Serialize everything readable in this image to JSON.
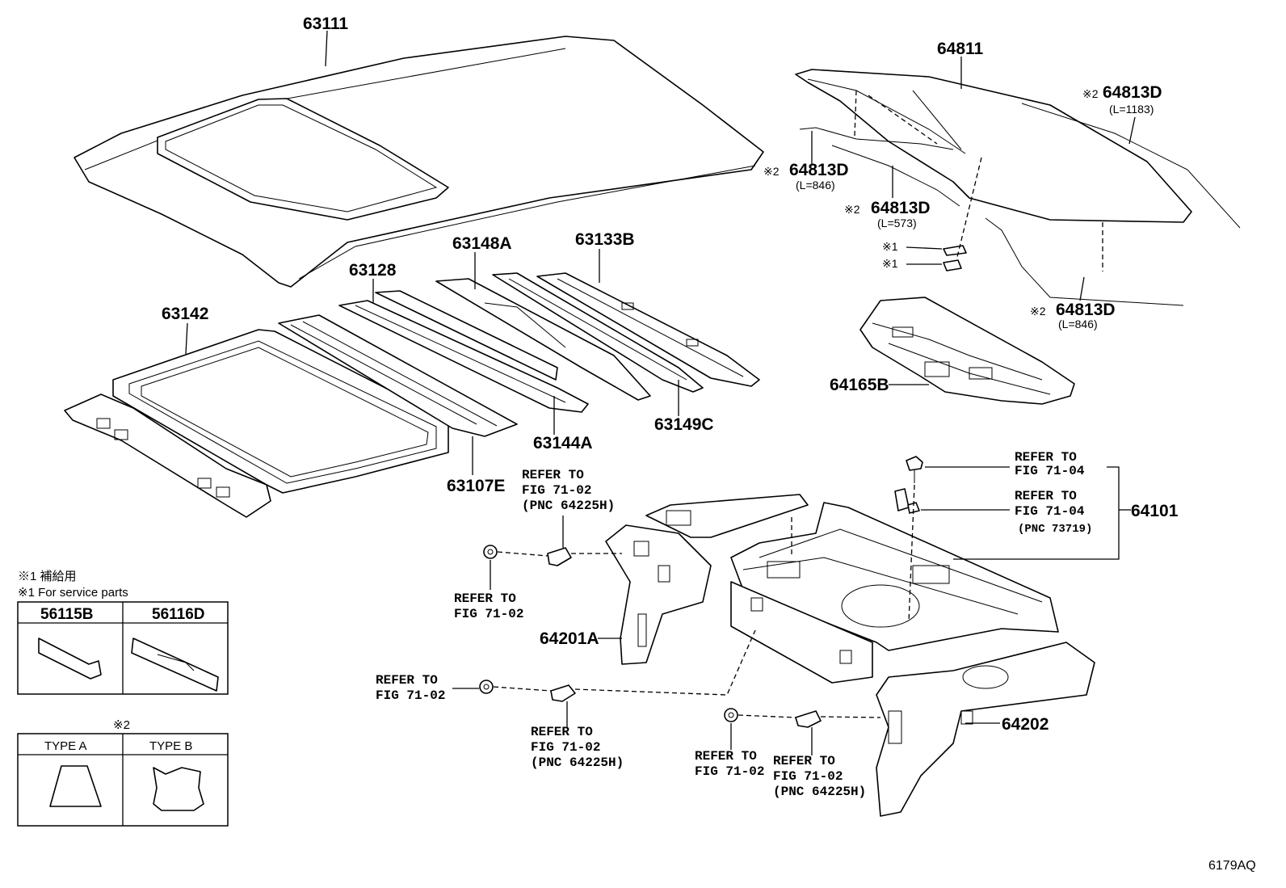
{
  "parts": {
    "p63111": "63111",
    "p64811": "64811",
    "p64813D_a": "64813D",
    "p64813D_a_len": "(L=1183)",
    "p64813D_b": "64813D",
    "p64813D_b_len": "(L=846)",
    "p64813D_c": "64813D",
    "p64813D_c_len": "(L=573)",
    "p64813D_d": "64813D",
    "p64813D_d_len": "(L=846)",
    "p63148A": "63148A",
    "p63133B": "63133B",
    "p63128": "63128",
    "p63142": "63142",
    "p63144A": "63144A",
    "p63149C": "63149C",
    "p63107E": "63107E",
    "p64165B": "64165B",
    "p64101": "64101",
    "p64201A": "64201A",
    "p64202": "64202"
  },
  "marks": {
    "note2": "※2",
    "note1": "※1"
  },
  "refs": {
    "r1_l1": "REFER TO",
    "r1_l2": "FIG 71-04",
    "r2_l1": "REFER TO",
    "r2_l2": "FIG 71-04",
    "r2_l3": "(PNC 73719)",
    "r3_l1": "REFER TO",
    "r3_l2": "FIG 71-02",
    "r3_l3": "(PNC 64225H)",
    "r4_l1": "REFER TO",
    "r4_l2": "FIG 71-02",
    "r5_l1": "REFER TO",
    "r5_l2": "FIG 71-02",
    "r6_l1": "REFER TO",
    "r6_l2": "FIG 71-02",
    "r6_l3": "(PNC 64225H)",
    "r7_l1": "REFER TO",
    "r7_l2": "FIG 71-02",
    "r8_l1": "REFER TO",
    "r8_l2": "FIG 71-02",
    "r8_l3": "(PNC 64225H)"
  },
  "legend": {
    "line1": "※1 補給用",
    "line2": "※1 For service parts",
    "col1": "56115B",
    "col2": "56116D",
    "note2_title": "※2",
    "typeA": "TYPE A",
    "typeB": "TYPE B"
  },
  "figure_code": "6179AQ"
}
